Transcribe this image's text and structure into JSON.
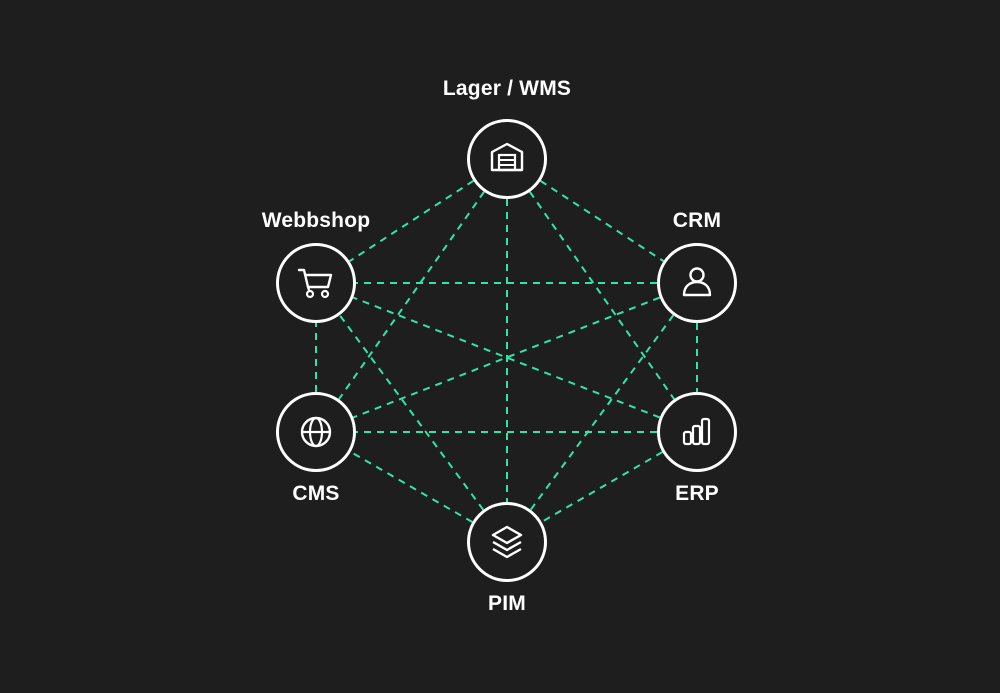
{
  "diagram": {
    "nodes": [
      {
        "id": "wms",
        "label": "Lager / WMS",
        "icon": "warehouse-icon"
      },
      {
        "id": "crm",
        "label": "CRM",
        "icon": "user-icon"
      },
      {
        "id": "erp",
        "label": "ERP",
        "icon": "bar-chart-icon"
      },
      {
        "id": "pim",
        "label": "PIM",
        "icon": "layers-icon"
      },
      {
        "id": "cms",
        "label": "CMS",
        "icon": "globe-icon"
      },
      {
        "id": "webshop",
        "label": "Webbshop",
        "icon": "shopping-cart-icon"
      }
    ],
    "connections": "all-to-all",
    "colors": {
      "background": "#1e1e1e",
      "line": "#2ee6a6",
      "node": "#ffffff"
    }
  }
}
